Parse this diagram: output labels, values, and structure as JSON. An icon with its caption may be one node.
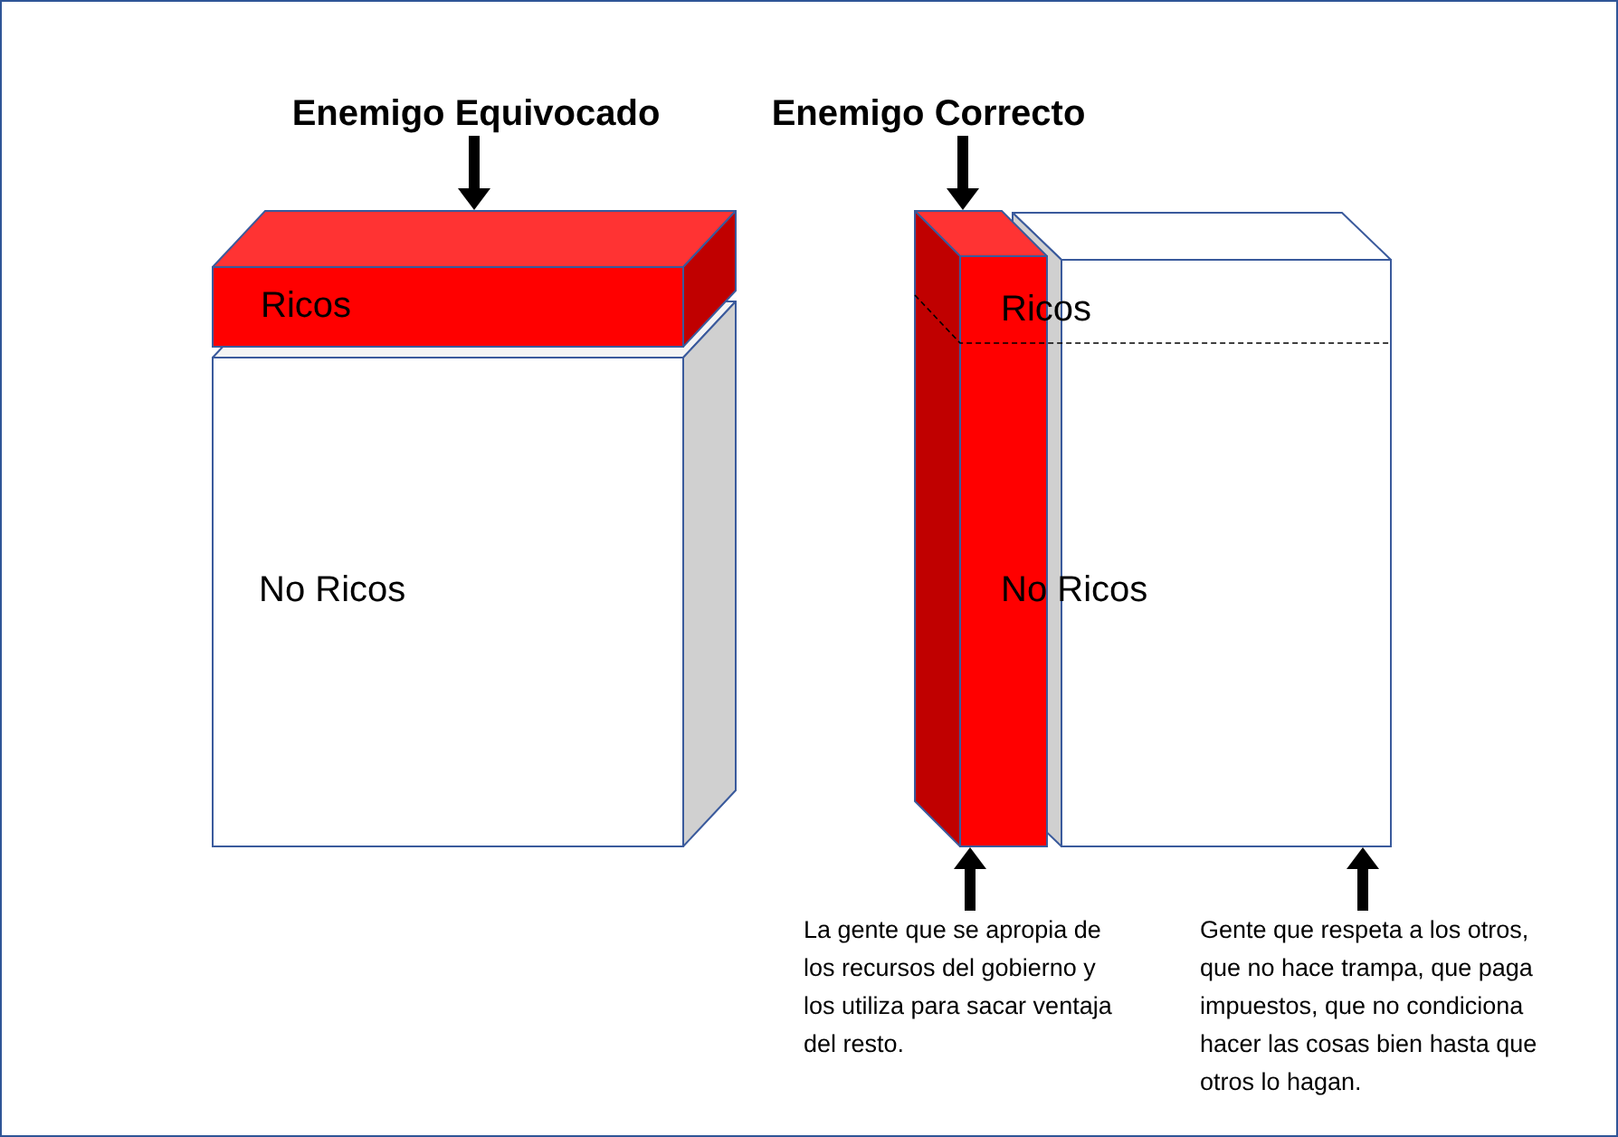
{
  "diagram": {
    "nodes": [
      {
        "text": [
          "Enemigo Equivocado"
        ]
      },
      {
        "text": [
          "Enemigo Correcto"
        ]
      },
      {
        "text": [
          "Ricos"
        ]
      },
      {
        "text": [
          "No Ricos"
        ]
      },
      {
        "text": [],
        "shape": "box"
      },
      {
        "text": [],
        "shape": "box"
      },
      {
        "text": [
          "La gente que se apropia de los recursos del gobierno y los utiliza para sacar ventaja del resto."
        ]
      },
      {
        "text": [
          "Gente que respeta a los otros, que no hace trampa, que paga impuestos, que no condiciona hacer las cosas bien hasta que otros lo hagan."
        ]
      }
    ],
    "edges": [
      {
        "from": 0,
        "to": 2,
        "arrow": "to"
      },
      {
        "from": 1,
        "to": 4,
        "arrow": "to"
      },
      {
        "from": 6,
        "to": 4,
        "arrow": "to"
      },
      {
        "from": 7,
        "to": 5,
        "arrow": "to"
      }
    ],
    "labels": [
      "Ricos",
      "No Ricos"
    ]
  }
}
